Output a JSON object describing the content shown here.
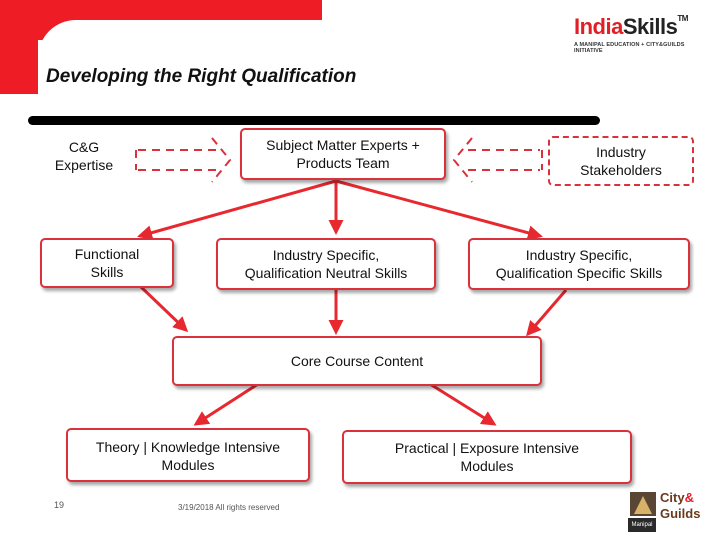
{
  "title": "Developing the Right Qualification",
  "logo": {
    "india": "India",
    "skills": "Skills",
    "tm": "TM",
    "tagline": "A MANIPAL EDUCATION + CITY&GUILDS INITIATIVE"
  },
  "boxes": {
    "cg_expertise": "C&G\nExpertise",
    "sme": "Subject Matter Experts +\nProducts Team",
    "industry_stakeholders": "Industry\nStakeholders",
    "functional_skills": "Functional\nSkills",
    "qual_neutral": "Industry Specific,\nQualification Neutral Skills",
    "qual_specific": "Industry Specific,\nQualification Specific Skills",
    "core_content": "Core Course Content",
    "theory": "Theory  | Knowledge Intensive\nModules",
    "practical": "Practical | Exposure Intensive\nModules"
  },
  "footer": {
    "page_number": "19",
    "date": "3/19/2018  All rights reserved"
  },
  "cg_logo": {
    "city": "City",
    "plus": "&",
    "guilds": "Guilds",
    "manipal": "Manipal"
  },
  "colors": {
    "brand_red": "#ee1c25",
    "arrow_red": "#e8282f",
    "box_border": "#d9323c"
  }
}
